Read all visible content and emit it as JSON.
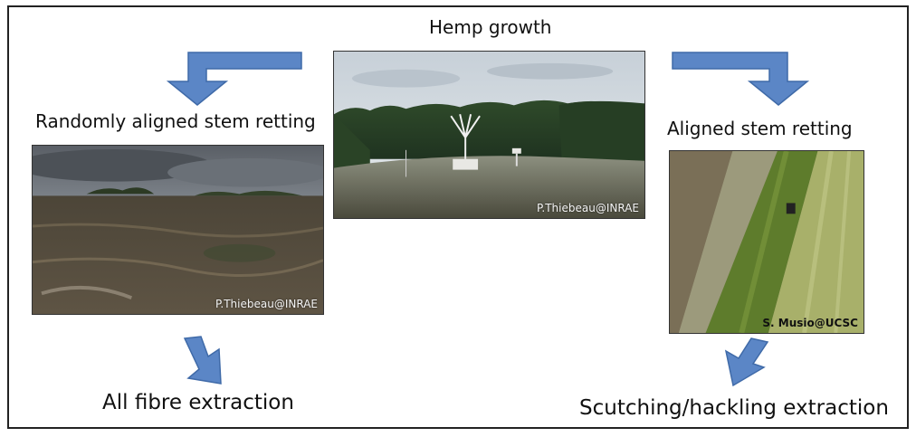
{
  "diagram": {
    "title": "Hemp growth",
    "left_branch": {
      "heading": "Randomly aligned stem retting",
      "photo_credit": "P.Thiebeau@INRAE",
      "outcome": "All fibre extraction"
    },
    "center": {
      "photo_credit": "P.Thiebeau@INRAE"
    },
    "right_branch": {
      "heading": "Aligned stem retting",
      "photo_credit": "S. Musio@UCSC",
      "outcome": "Scutching/hackling extraction"
    },
    "colors": {
      "arrow_fill": "#5b86c6",
      "arrow_stroke": "#3f6aa8",
      "border": "#222222"
    }
  }
}
